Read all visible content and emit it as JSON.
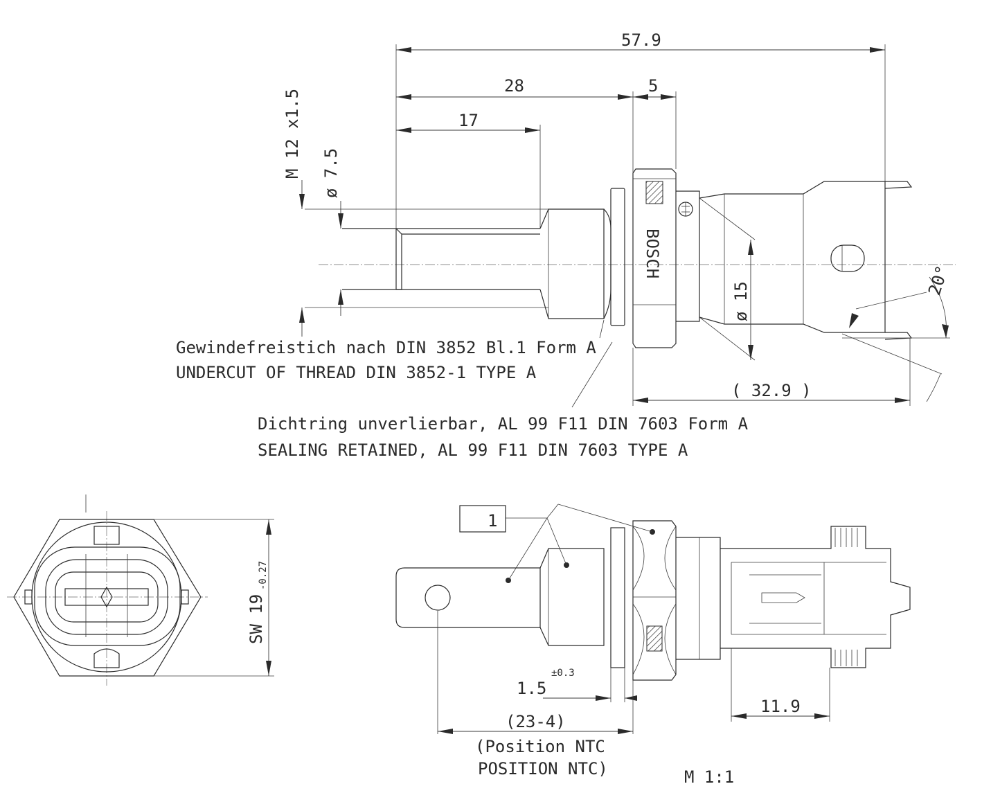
{
  "dimensions": {
    "overall_length": "57.9",
    "thread_length": "28",
    "tip_length": "17",
    "hex_width": "5",
    "thread_spec": "M 12 x1.5",
    "tip_diameter": "ø 7.5",
    "body_diameter": "ø 15",
    "housing_length": "( 32.9  )",
    "angle": "20°",
    "wrench_size": "SW 19",
    "wrench_tolerance": "-0.27",
    "seal_thickness": "1.5",
    "seal_tolerance": "±0.3",
    "ntc_position": "(23-4)",
    "connector_length": "11.9"
  },
  "notes": {
    "undercut_de": "Gewindefreistich nach DIN 3852 Bl.1 Form A",
    "undercut_en": "UNDERCUT OF THREAD DIN 3852-1 TYPE A",
    "sealing_de": "Dichtring unverlierbar, AL 99 F11 DIN 7603 Form A",
    "sealing_en": "SEALING RETAINED, AL 99 F11 DIN 7603 TYPE A",
    "ntc_de": "(Position NTC",
    "ntc_en": "POSITION NTC)"
  },
  "marks": {
    "brand": "BOSCH",
    "item_number": "1",
    "scale": "M 1:1"
  }
}
